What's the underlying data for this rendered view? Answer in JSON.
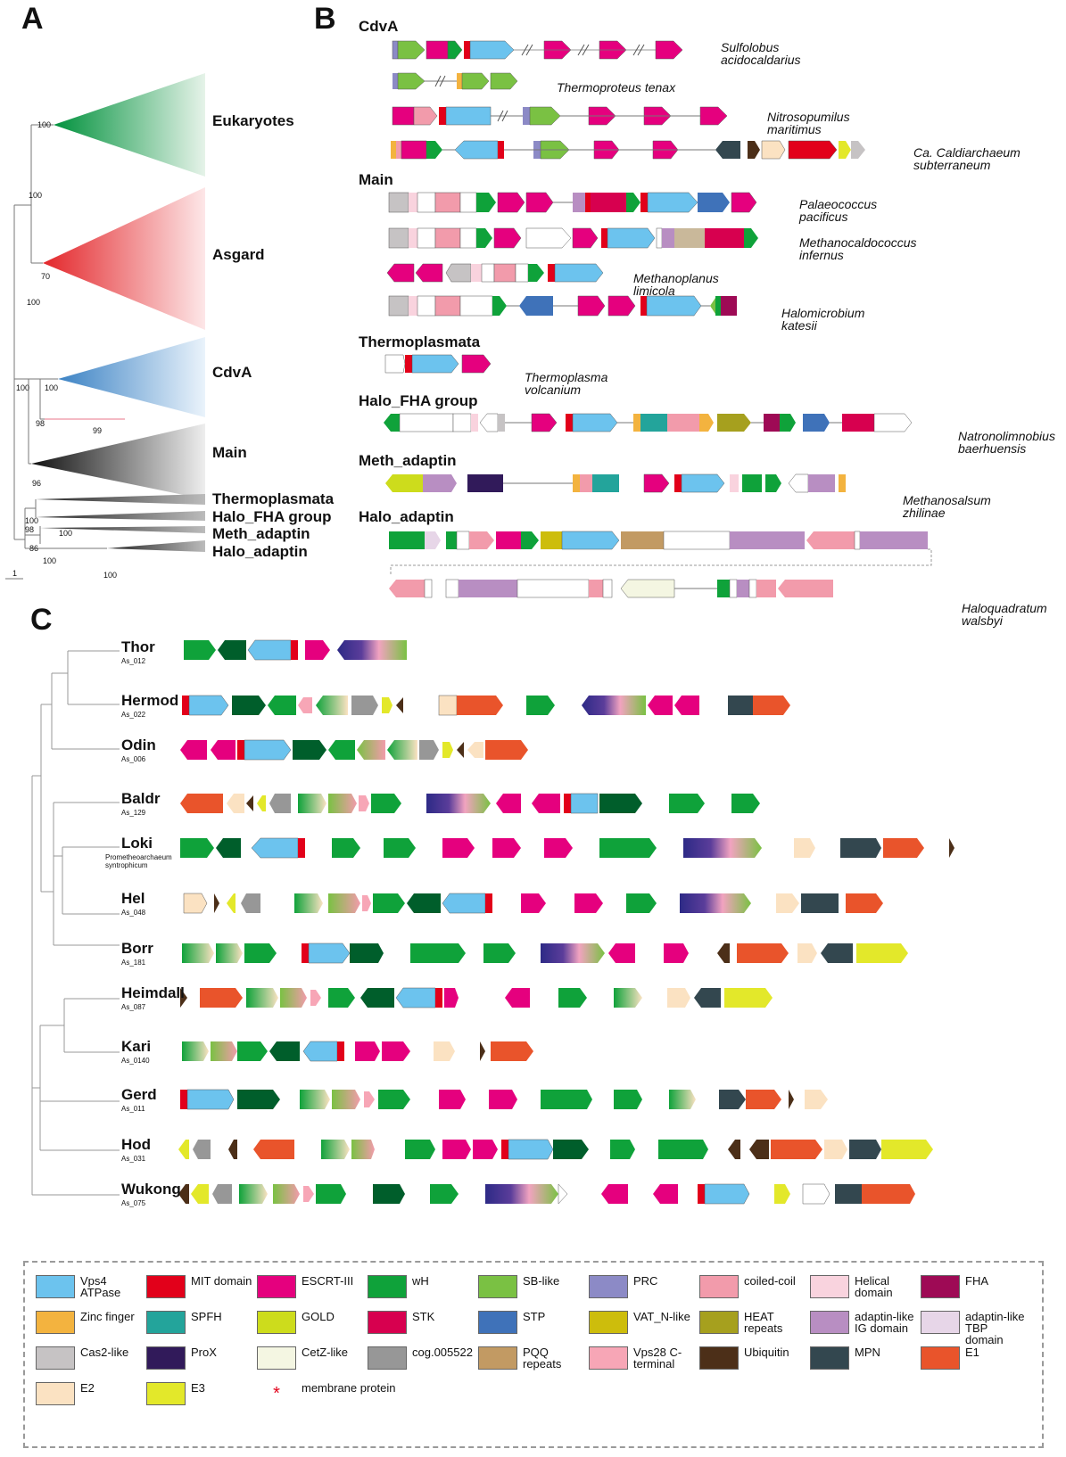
{
  "panels": {
    "a": "A",
    "b": "B",
    "c": "C"
  },
  "panel_a": {
    "clades": [
      {
        "name": "Eukaryotes",
        "boot": "100"
      },
      {
        "name": "Asgard",
        "boot": "70"
      },
      {
        "name": "CdvA",
        "boot": "100"
      },
      {
        "name": "Main",
        "boot": "96"
      },
      {
        "name": "Thermoplasmata",
        "boot": ""
      },
      {
        "name": "Halo_FHA group",
        "boot": ""
      },
      {
        "name": "Meth_adaptin",
        "boot": ""
      },
      {
        "name": "Halo_adaptin",
        "boot": "100"
      }
    ],
    "inner_boots": [
      "100",
      "100",
      "100",
      "98",
      "99",
      "100",
      "98",
      "86",
      "100",
      "100"
    ],
    "scale": "1"
  },
  "panel_b": {
    "sections": [
      {
        "title": "CdvA"
      },
      {
        "title": "Main"
      },
      {
        "title": "Thermoplasmata"
      },
      {
        "title": "Halo_FHA group"
      },
      {
        "title": "Meth_adaptin"
      },
      {
        "title": "Halo_adaptin"
      }
    ],
    "species": [
      {
        "line1": "Sulfolobus",
        "line2": "acidocaldarius"
      },
      {
        "line1": "Thermoproteus tenax",
        "line2": ""
      },
      {
        "line1": "Nitrosopumilus",
        "line2": "maritimus"
      },
      {
        "line1": "Ca. Caldiarchaeum",
        "line2": "subterraneum"
      },
      {
        "line1": "Palaeococcus",
        "line2": "pacificus"
      },
      {
        "line1": "Methanocaldococcus",
        "line2": "infernus"
      },
      {
        "line1": "Methanoplanus",
        "line2": "limicola"
      },
      {
        "line1": "Halomicrobium",
        "line2": "katesii"
      },
      {
        "line1": "Thermoplasma",
        "line2": "volcanium"
      },
      {
        "line1": "Natronolimnobius",
        "line2": "baerhuensis"
      },
      {
        "line1": "Methanosalsum",
        "line2": "zhilinae"
      },
      {
        "line1": "Haloquadratum",
        "line2": "walsbyi"
      }
    ]
  },
  "panel_c": {
    "orgs": [
      {
        "name": "Thor",
        "sub": "As_012"
      },
      {
        "name": "Hermod",
        "sub": "As_022"
      },
      {
        "name": "Odin",
        "sub": "As_006"
      },
      {
        "name": "Baldr",
        "sub": "As_129"
      },
      {
        "name": "Loki",
        "sub": "Prometheoarchaeum syntrophicum"
      },
      {
        "name": "Hel",
        "sub": "As_048"
      },
      {
        "name": "Borr",
        "sub": "As_181"
      },
      {
        "name": "Heimdall",
        "sub": "As_087"
      },
      {
        "name": "Kari",
        "sub": "As_0140"
      },
      {
        "name": "Gerd",
        "sub": "As_011"
      },
      {
        "name": "Hod",
        "sub": "As_031"
      },
      {
        "name": "Wukong",
        "sub": "As_075"
      }
    ]
  },
  "legend": [
    {
      "label": "Vps4 ATPase",
      "color": "#6cc3ee"
    },
    {
      "label": "MIT domain",
      "color": "#e2001a"
    },
    {
      "label": "ESCRT-III",
      "color": "#e5007e"
    },
    {
      "label": "wH",
      "color": "#0fa23a"
    },
    {
      "label": "SB-like",
      "color": "#7ac143"
    },
    {
      "label": "PRC",
      "color": "#8c8ac6"
    },
    {
      "label": "coiled-coil",
      "color": "#f29bab"
    },
    {
      "label": "Helical domain",
      "color": "#f9d3de"
    },
    {
      "label": "FHA",
      "color": "#9e0a55"
    },
    {
      "label": "Zinc finger",
      "color": "#f3b33f"
    },
    {
      "label": "SPFH",
      "color": "#23a49b"
    },
    {
      "label": "GOLD",
      "color": "#cddc1c"
    },
    {
      "label": "STK",
      "color": "#d7004f"
    },
    {
      "label": "STP",
      "color": "#3f72b9"
    },
    {
      "label": "VAT_N-like",
      "color": "#cdbd0c"
    },
    {
      "label": "HEAT repeats",
      "color": "#a6a01e"
    },
    {
      "label": "adaptin-like IG domain",
      "color": "#b88ec2"
    },
    {
      "label": "adaptin-like TBP domain",
      "color": "#e7d6e8"
    },
    {
      "label": "Cas2-like",
      "color": "#c6c3c4"
    },
    {
      "label": "ProX",
      "color": "#311a5a"
    },
    {
      "label": "CetZ-like",
      "color": "#f4f6e2"
    },
    {
      "label": "cog.005522",
      "color": "#979797"
    },
    {
      "label": "PQQ repeats",
      "color": "#c29a63"
    },
    {
      "label": "Vps28 C-terminal",
      "color": "#f7a6b6"
    },
    {
      "label": "Ubiquitin",
      "color": "#4c2f18"
    },
    {
      "label": "MPN",
      "color": "#33474f"
    },
    {
      "label": "E1",
      "color": "#e9542b"
    },
    {
      "label": "E2",
      "color": "#fbe2c2"
    },
    {
      "label": "E3",
      "color": "#e3e82a"
    },
    {
      "label": "membrane protein",
      "color": "#e2001a"
    }
  ]
}
